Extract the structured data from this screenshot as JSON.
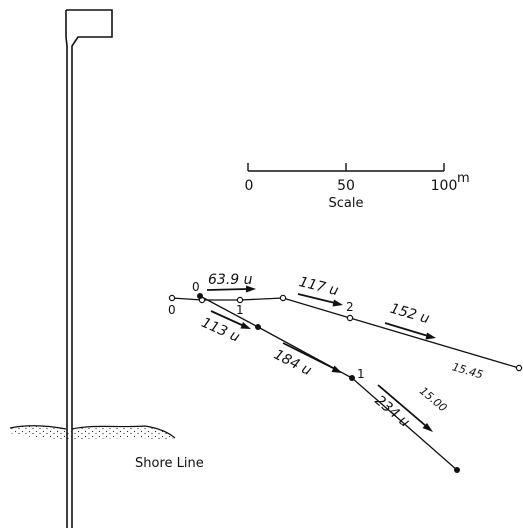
{
  "scale": {
    "tick_labels": [
      "0",
      "50",
      "100"
    ],
    "unit": "m",
    "caption": "Scale"
  },
  "shore_label": "Shore Line",
  "upper_track": {
    "station_labels": [
      "0",
      "2"
    ],
    "segments": [
      {
        "speed": "63.9 u"
      },
      {
        "speed": "117 u"
      },
      {
        "speed": "152 u"
      }
    ],
    "time_label": "15.45"
  },
  "lower_track": {
    "station_labels": [
      "0",
      "1",
      "1"
    ],
    "segments": [
      {
        "speed": "113 u"
      },
      {
        "speed": "184 u"
      },
      {
        "speed": "234 u"
      }
    ],
    "time_label": "15.00"
  }
}
